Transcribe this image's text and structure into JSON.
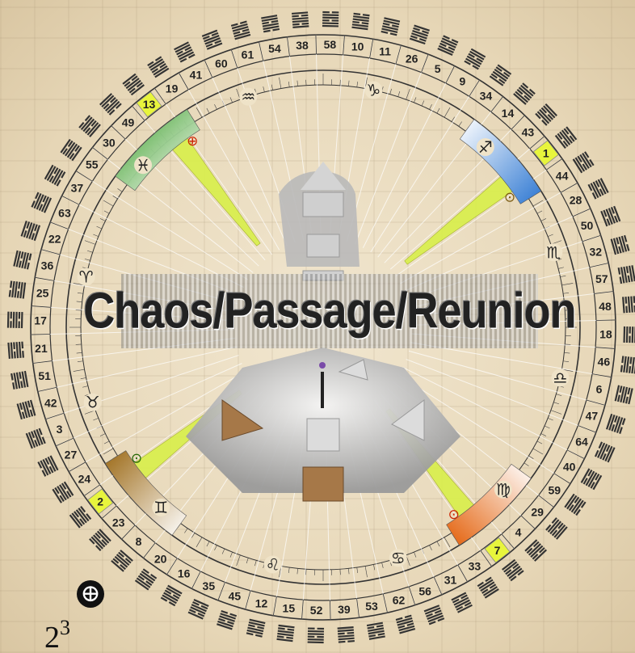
{
  "title": "Chaos/Passage/Reunion",
  "corner_label": {
    "base": "2",
    "sup": "3"
  },
  "earth_symbol": "⊕",
  "gate_numbers": [
    "10",
    "11",
    "26",
    "5",
    "9",
    "34",
    "14",
    "43",
    "1",
    "44",
    "28",
    "50",
    "32",
    "57",
    "48",
    "18",
    "46",
    "6",
    "47",
    "64",
    "40",
    "59",
    "29",
    "4",
    "7",
    "33",
    "31",
    "56",
    "62",
    "53",
    "39",
    "52",
    "15",
    "12",
    "45",
    "35",
    "16",
    "20",
    "8",
    "23",
    "2",
    "24",
    "27",
    "3",
    "42",
    "51",
    "21",
    "17",
    "25",
    "36",
    "22",
    "63",
    "37",
    "55",
    "30",
    "49",
    "13",
    "19",
    "41",
    "60",
    "61",
    "54",
    "38",
    "58"
  ],
  "highlighted_gates": [
    "1",
    "7",
    "2",
    "13"
  ],
  "zodiac_glyphs": [
    {
      "glyph": "♑"
    },
    {
      "glyph": "♐"
    },
    {
      "glyph": "♏"
    },
    {
      "glyph": "♎"
    },
    {
      "glyph": "♍"
    },
    {
      "glyph": "♋"
    },
    {
      "glyph": "♌"
    },
    {
      "glyph": "♊"
    },
    {
      "glyph": "♉"
    },
    {
      "glyph": "♈"
    },
    {
      "glyph": "♓"
    },
    {
      "glyph": "♒"
    }
  ],
  "cross_markers": [
    {
      "symbol": "⊙",
      "color": "#7a5a10"
    },
    {
      "symbol": "⊕",
      "color": "#cc2200"
    },
    {
      "symbol": "⊙",
      "color": "#226600"
    },
    {
      "symbol": "⊙",
      "color": "#cc2200"
    }
  ],
  "colors": {
    "accent_green": "#3aa52c",
    "accent_blue": "#3a7fd0",
    "accent_orange": "#e06a10",
    "accent_brown": "#a0701e",
    "beam_yellow": "#d9ef4a",
    "gate_highlight": "#e8f53c"
  }
}
